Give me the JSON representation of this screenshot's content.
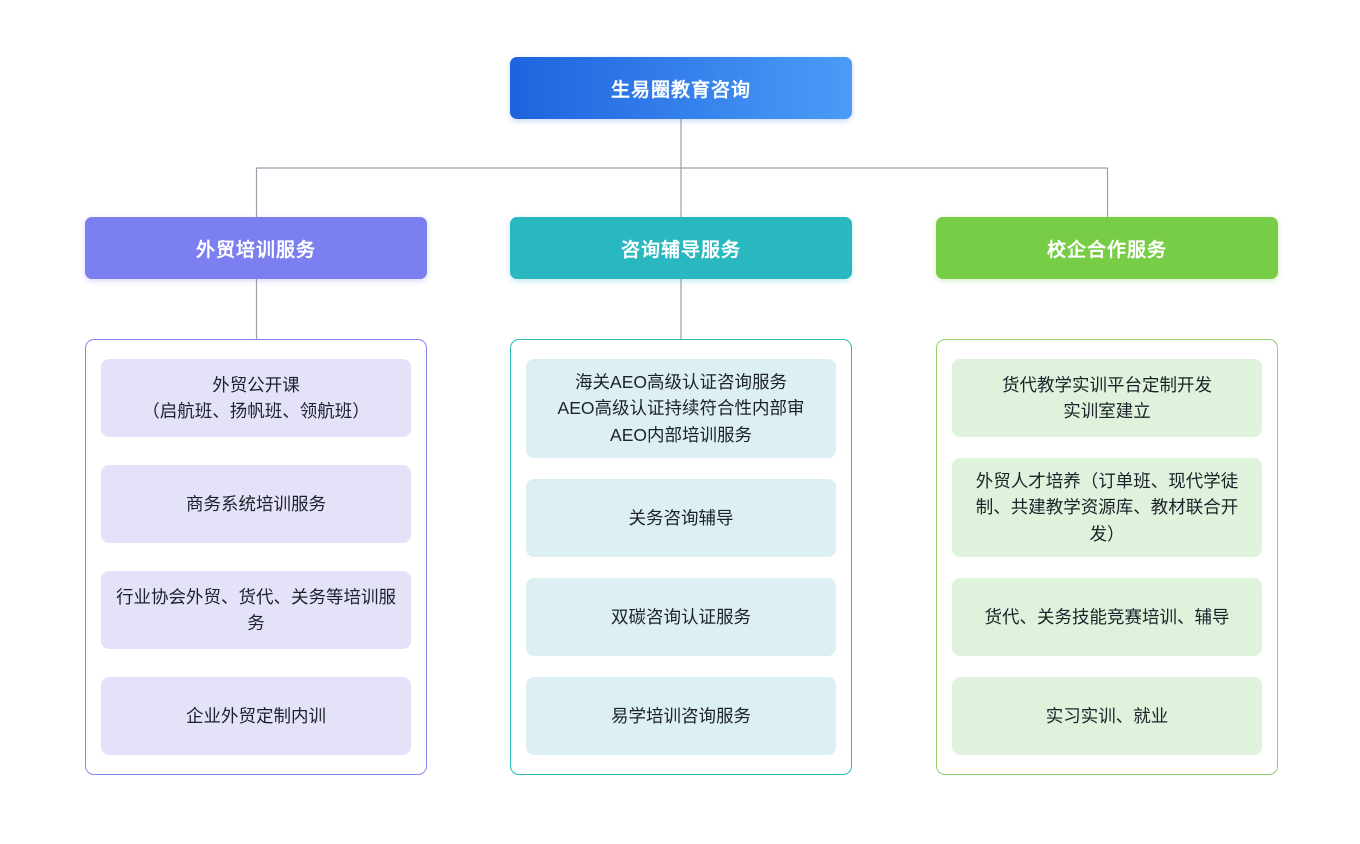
{
  "root": {
    "label": "生易圈教育咨询"
  },
  "branches": [
    {
      "label": "外贸培训服务",
      "items": [
        {
          "label": "外贸公开课\n（启航班、扬帆班、领航班）"
        },
        {
          "label": "商务系统培训服务"
        },
        {
          "label": "行业协会外贸、货代、关务等培训服务"
        },
        {
          "label": "企业外贸定制内训"
        }
      ]
    },
    {
      "label": "咨询辅导服务",
      "items": [
        {
          "label": "海关AEO高级认证咨询服务\nAEO高级认证持续符合性内部审\nAEO内部培训服务"
        },
        {
          "label": "关务咨询辅导"
        },
        {
          "label": "双碳咨询认证服务"
        },
        {
          "label": "易学培训咨询服务"
        }
      ]
    },
    {
      "label": "校企合作服务",
      "items": [
        {
          "label": "货代教学实训平台定制开发\n实训室建立"
        },
        {
          "label": "外贸人才培养（订单班、现代学徒制、共建教学资源库、教材联合开发）"
        },
        {
          "label": "货代、关务技能竞赛培训、辅导"
        },
        {
          "label": "实习实训、就业"
        }
      ]
    }
  ],
  "colors": {
    "root_gradient_start": "#1e63dd",
    "root_gradient_end": "#4a9cf8",
    "branch1": "#7b7ff0",
    "branch2": "#29b8bf",
    "branch3": "#78cd46",
    "panel1_border": "#8486f2",
    "panel2_border": "#2dbcbe",
    "panel3_border": "#8fd46a",
    "leaf1_bg": "#e4e2f8",
    "leaf2_bg": "#dcf0f3",
    "leaf3_bg": "#def2dc",
    "connector": "#98a0ab",
    "leaf_text": "#1d2129"
  }
}
